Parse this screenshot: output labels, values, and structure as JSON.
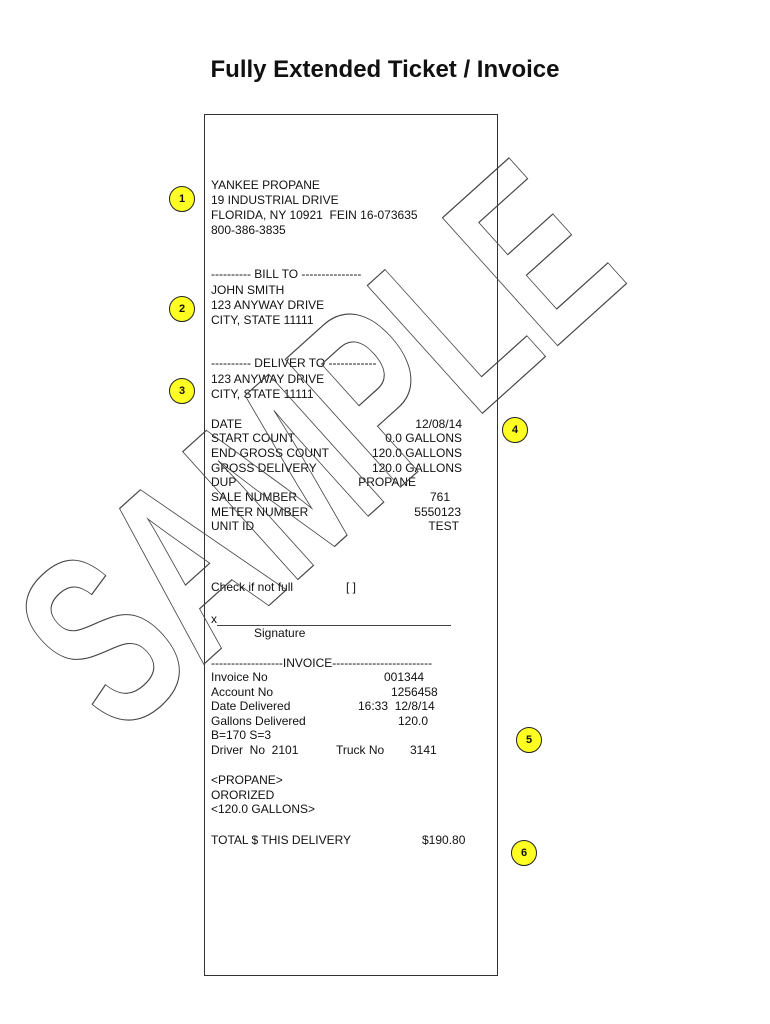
{
  "title": "Fully Extended Ticket / Invoice",
  "company": {
    "name": "YANKEE PROPANE",
    "address": "19 INDUSTRIAL DRIVE",
    "city_fein": "FLORIDA, NY 10921  FEIN 16-073635",
    "phone": "800-386-3835"
  },
  "bill_to": {
    "header": "---------- BILL TO ---------------",
    "name": "JOHN SMITH",
    "address": "123 ANYWAY DRIVE",
    "city": "CITY, STATE 11111"
  },
  "deliver_to": {
    "header": "---------- DELIVER TO ------------",
    "address": "123 ANYWAY DRIVE",
    "city": "CITY, STATE 11111"
  },
  "delivery": [
    {
      "label": "DATE",
      "value": "12/08/14"
    },
    {
      "label": "START COUNT",
      "value": "0.0 GALLONS"
    },
    {
      "label": "END GROSS COUNT",
      "value": "120.0 GALLONS"
    },
    {
      "label": "GROSS DELIVERY",
      "value": "120.0 GALLONS"
    },
    {
      "label": "DUP",
      "value": "PROPANE"
    },
    {
      "label": "SALE NUMBER",
      "value": "761"
    },
    {
      "label": "METER NUMBER",
      "value": "5550123"
    },
    {
      "label": "UNIT ID",
      "value": "TEST"
    }
  ],
  "check_label": "Check if not full",
  "check_box": "[ ]",
  "signature_x": "x",
  "signature_label": "Signature",
  "invoice_header": "------------------INVOICE-------------------------",
  "invoice": [
    {
      "label": "Invoice No",
      "value": "001344"
    },
    {
      "label": "Account No",
      "value": "1256458"
    },
    {
      "label": "Date Delivered",
      "value": "16:33  12/8/14"
    },
    {
      "label": "Gallons Delivered",
      "value": "120.0"
    }
  ],
  "bs_line": "B=170 S=3",
  "driver_label": "Driver  No  2101",
  "truck_label": "Truck No",
  "truck_value": "3141",
  "product": [
    "<PROPANE>",
    "ORORIZED",
    "<120.0 GALLONS>"
  ],
  "total_label": "TOTAL $ THIS DELIVERY",
  "total_value": "$190.80",
  "markers": [
    "1",
    "2",
    "3",
    "4",
    "5",
    "6"
  ],
  "watermark_text": "SAMPLE"
}
